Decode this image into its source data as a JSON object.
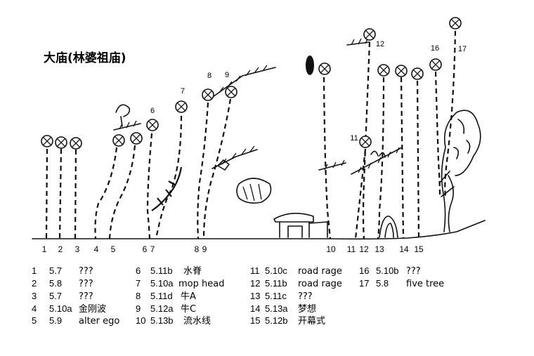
{
  "title": "大庙(林婆祖庙)",
  "routes": [
    {
      "number": "1",
      "grade": "5.7",
      "name": "???"
    },
    {
      "number": "2",
      "grade": "5.8",
      "name": "???"
    },
    {
      "number": "3",
      "grade": "5.7",
      "name": "???"
    },
    {
      "number": "4",
      "grade": "5.10a",
      "name": "金刚波"
    },
    {
      "number": "5",
      "grade": "5.9",
      "name": "alter ego"
    },
    {
      "number": "6",
      "grade": "5.11b",
      "name": "水脊"
    },
    {
      "number": "7",
      "grade": "5.10a",
      "name": "mop head"
    },
    {
      "number": "8",
      "grade": "5.11d",
      "name": "牛A"
    },
    {
      "number": "9",
      "grade": "5.12a",
      "name": "牛C"
    },
    {
      "number": "10",
      "grade": "5.13b",
      "name": "流水线"
    },
    {
      "number": "11",
      "grade": "5.10c",
      "name": "road rage"
    },
    {
      "number": "12",
      "grade": "5.11b",
      "name": "road rage"
    },
    {
      "number": "13",
      "grade": "5.11c",
      "name": "???"
    },
    {
      "number": "14",
      "grade": "5.13a",
      "name": "梦想"
    },
    {
      "number": "15",
      "grade": "5.12b",
      "name": "开幕式"
    },
    {
      "number": "16",
      "grade": "5.10b",
      "name": "???"
    },
    {
      "number": "17",
      "grade": "5.8",
      "name": "five tree"
    }
  ]
}
